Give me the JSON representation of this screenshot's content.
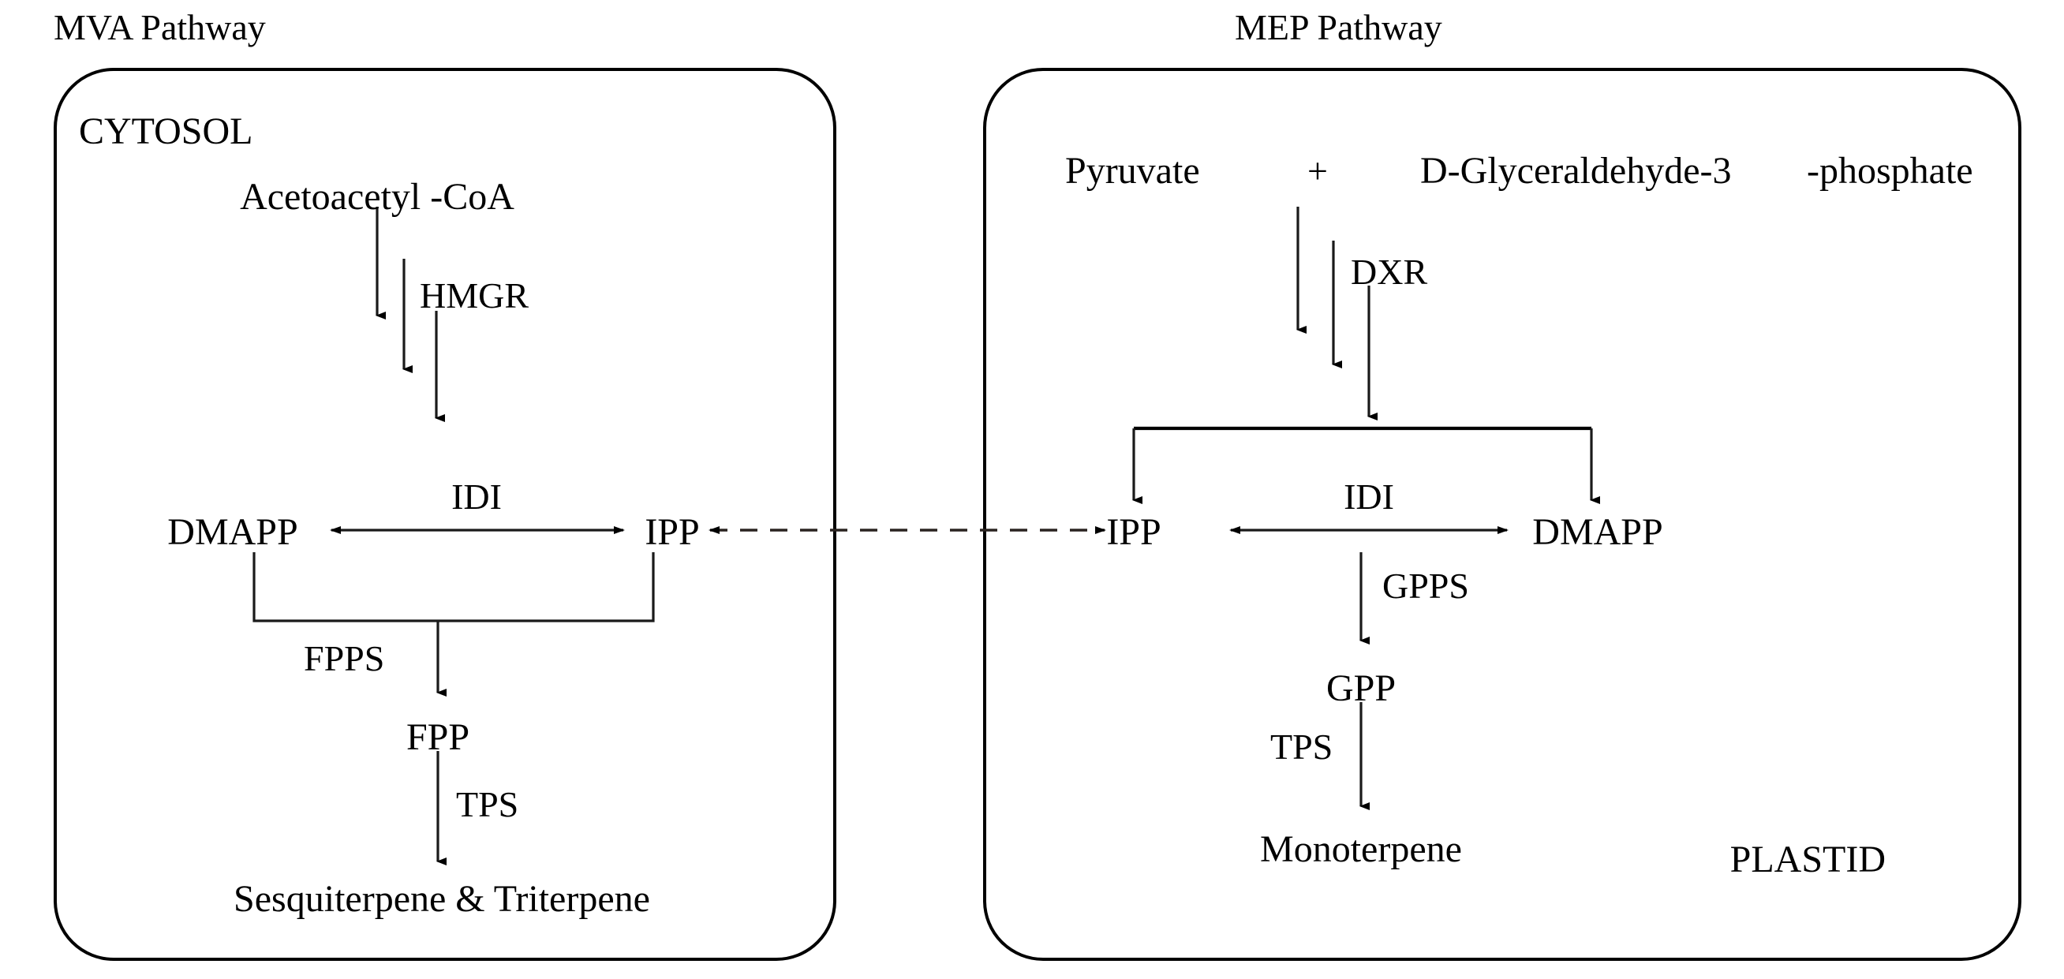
{
  "figure": {
    "type": "pathway-diagram",
    "title_left": "MVA Pathway",
    "title_right": "MEP Pathway"
  },
  "left_panel": {
    "pathway_label": "MVA Pathway",
    "compartment_label": "CYTOSOL",
    "metabolites": {
      "start": "Acetoacetyl -CoA",
      "dmapp": "DMAPP",
      "ipp": "IPP",
      "fpp": "FPP",
      "product": "Sesquiterpene & Triterpene"
    },
    "enzymes": {
      "hmgr": "HMGR",
      "idi": "IDI",
      "fpps": "FPPS",
      "tps": "TPS"
    }
  },
  "right_panel": {
    "pathway_label": "MEP Pathway",
    "compartment_label": "PLASTID",
    "metabolites": {
      "substrate_a": "Pyruvate",
      "plus": "+",
      "substrate_b": "D-Glyceraldehyde-3",
      "substrate_b_tail": "-phosphate",
      "ipp": "IPP",
      "dmapp": "DMAPP",
      "gpp": "GPP",
      "product": "Monoterpene"
    },
    "enzymes": {
      "dxr": "DXR",
      "idi": "IDI",
      "gpps": "GPPS",
      "tps": "TPS"
    }
  },
  "connector": {
    "name": "ipp-exchange",
    "style": "dashed-double-arrow"
  },
  "colors": {
    "stroke": "#000000",
    "text": "#000000",
    "background": "#ffffff"
  }
}
